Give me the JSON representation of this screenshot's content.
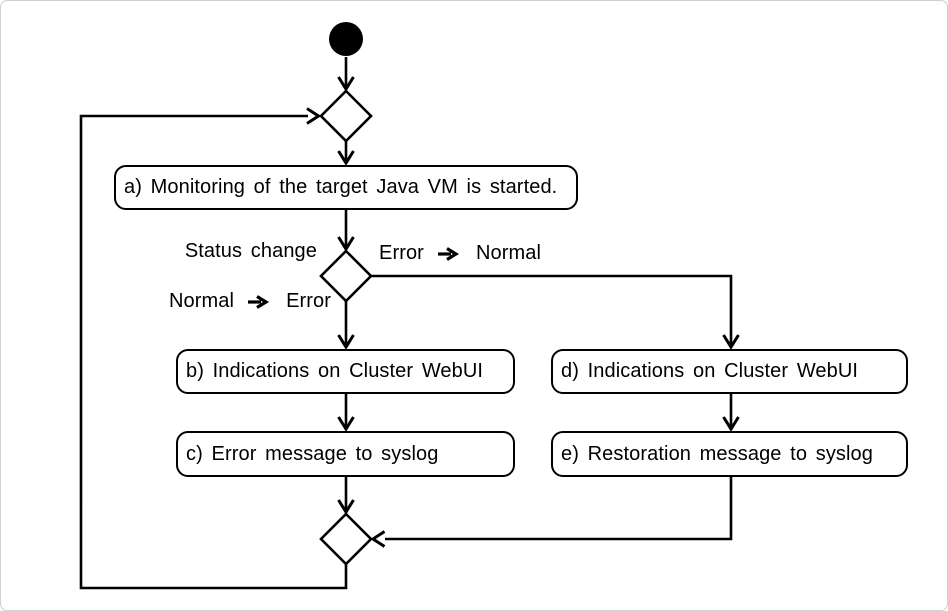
{
  "nodes": {
    "a": "a) Monitoring of the target Java VM is started.",
    "b": "b) Indications on Cluster WebUI",
    "c": "c) Error message to syslog",
    "d": "d) Indications on Cluster WebUI",
    "e": "e) Restoration message to syslog"
  },
  "labels": {
    "status_change": "Status change",
    "error_to_normal": {
      "from": "Error",
      "to": "Normal"
    },
    "normal_to_error": {
      "from": "Normal",
      "to": "Error"
    }
  },
  "colors": {
    "line": "#000000",
    "text": "#000000",
    "node_fill": "#ffffff",
    "page_border": "#d0d0d0"
  }
}
